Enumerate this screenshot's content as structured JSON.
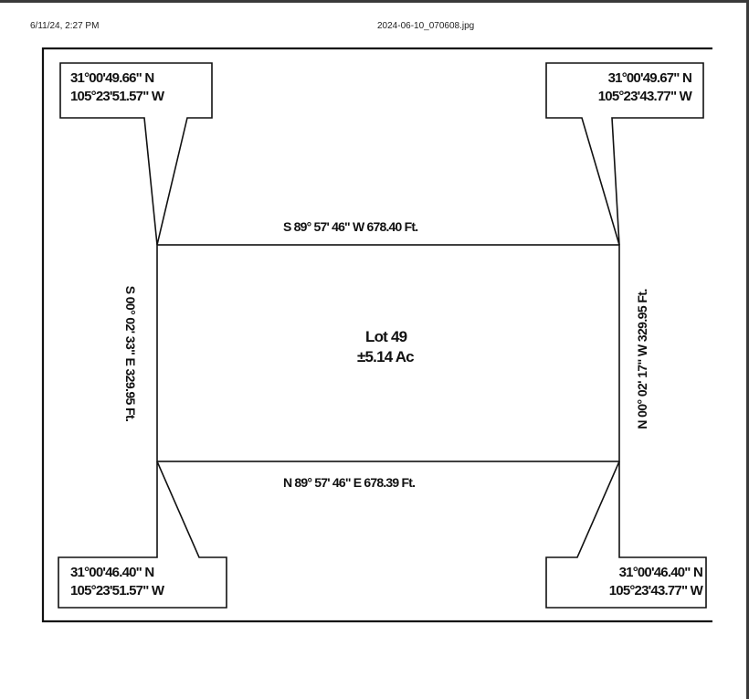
{
  "print_header": {
    "datetime": "6/11/24, 2:27 PM",
    "filename": "2024-06-10_070608.jpg"
  },
  "plat": {
    "corners": {
      "top_left": {
        "lat": "31°00'49.66\" N",
        "lon": "105°23'51.57\" W"
      },
      "top_right": {
        "lat": "31°00'49.67\" N",
        "lon": "105°23'43.77\" W"
      },
      "bottom_left": {
        "lat": "31°00'46.40\" N",
        "lon": "105°23'51.57\" W"
      },
      "bottom_right": {
        "lat": "31°00'46.40\" N",
        "lon": "105°23'43.77\" W"
      }
    },
    "bearings": {
      "north": "S 89° 57' 46\" W  678.40 Ft.",
      "south": "N 89° 57' 46\" E  678.39 Ft.",
      "west": "S 00° 02' 33\" E  329.95 Ft.",
      "east": "N 00° 02' 17\" W  329.95 Ft."
    },
    "lot": {
      "name": "Lot 49",
      "area": "±5.14 Ac"
    }
  }
}
